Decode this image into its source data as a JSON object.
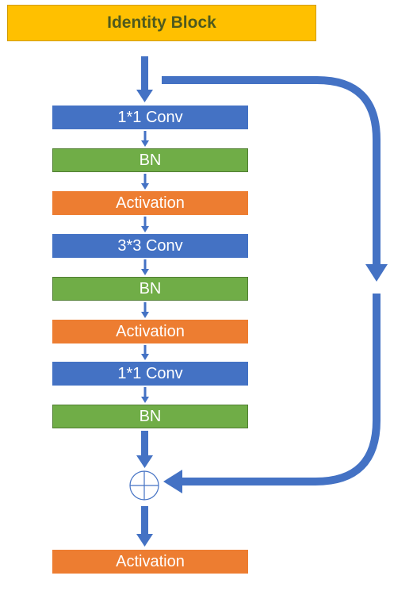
{
  "title": "Identity Block",
  "layers": [
    {
      "label": "1*1 Conv",
      "kind": "conv"
    },
    {
      "label": "BN",
      "kind": "bn"
    },
    {
      "label": "Activation",
      "kind": "activation"
    },
    {
      "label": "3*3 Conv",
      "kind": "conv"
    },
    {
      "label": "BN",
      "kind": "bn"
    },
    {
      "label": "Activation",
      "kind": "activation"
    },
    {
      "label": "1*1 Conv",
      "kind": "conv"
    },
    {
      "label": "BN",
      "kind": "bn"
    }
  ],
  "output": {
    "label": "Activation",
    "kind": "activation"
  },
  "add_node": {
    "icon": "circle-plus-icon"
  },
  "colors": {
    "title_bg": "#ffc000",
    "title_text": "#4f5a1e",
    "conv": "#4472c4",
    "bn": "#70ad47",
    "activation": "#ed7d31",
    "arrow": "#4472c4"
  }
}
